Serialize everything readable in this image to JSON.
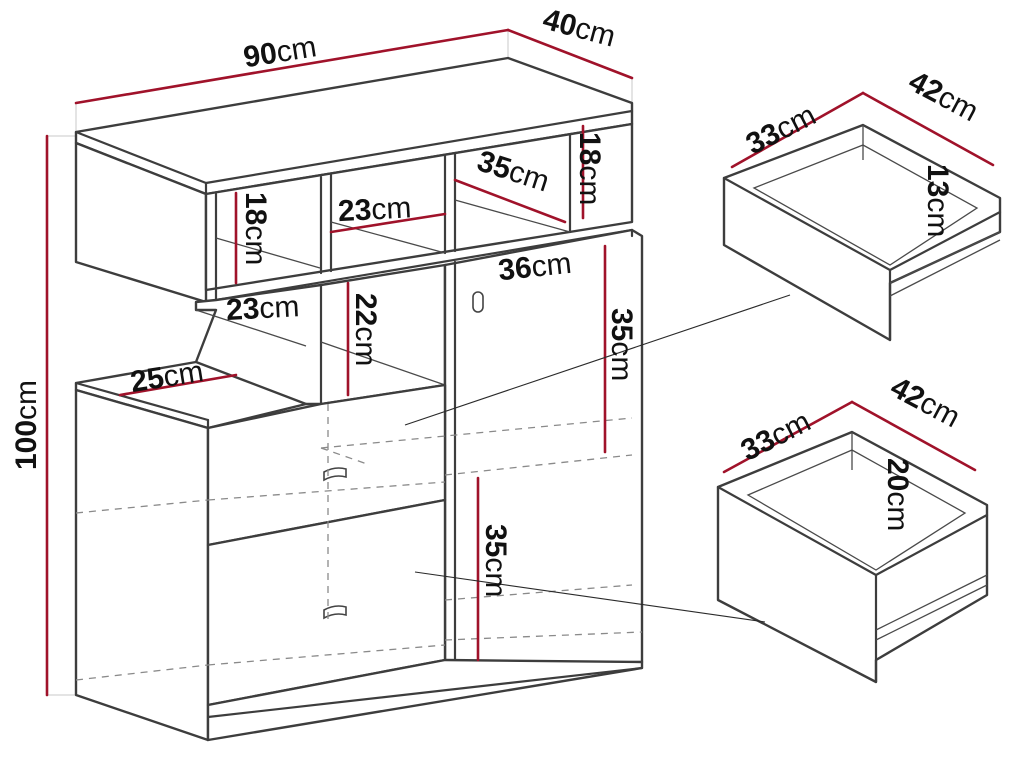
{
  "dimensions": {
    "width": {
      "num": "90",
      "unit": "cm"
    },
    "depth": {
      "num": "40",
      "unit": "cm"
    },
    "height": {
      "num": "100",
      "unit": "cm"
    },
    "top_left_shelf_h": {
      "num": "18",
      "unit": "cm"
    },
    "top_mid_shelf_w": {
      "num": "23",
      "unit": "cm"
    },
    "top_right_shelf_d": {
      "num": "35",
      "unit": "cm"
    },
    "top_right_shelf_h": {
      "num": "18",
      "unit": "cm"
    },
    "mid_shelf_w": {
      "num": "23",
      "unit": "cm"
    },
    "mid_shelf_h": {
      "num": "22",
      "unit": "cm"
    },
    "base_step_d": {
      "num": "25",
      "unit": "cm"
    },
    "door_width": {
      "num": "36",
      "unit": "cm"
    },
    "right_upper_h": {
      "num": "35",
      "unit": "cm"
    },
    "lower_drawer_h": {
      "num": "35",
      "unit": "cm"
    },
    "drawer1_w": {
      "num": "33",
      "unit": "cm"
    },
    "drawer1_d": {
      "num": "42",
      "unit": "cm"
    },
    "drawer1_h": {
      "num": "13",
      "unit": "cm"
    },
    "drawer2_w": {
      "num": "33",
      "unit": "cm"
    },
    "drawer2_d": {
      "num": "42",
      "unit": "cm"
    },
    "drawer2_h": {
      "num": "20",
      "unit": "cm"
    }
  },
  "colors": {
    "outline": "#3d3d3d",
    "dimension_line": "#a0122a",
    "dashed_hidden": "#8a8a8a",
    "background": "#ffffff"
  }
}
